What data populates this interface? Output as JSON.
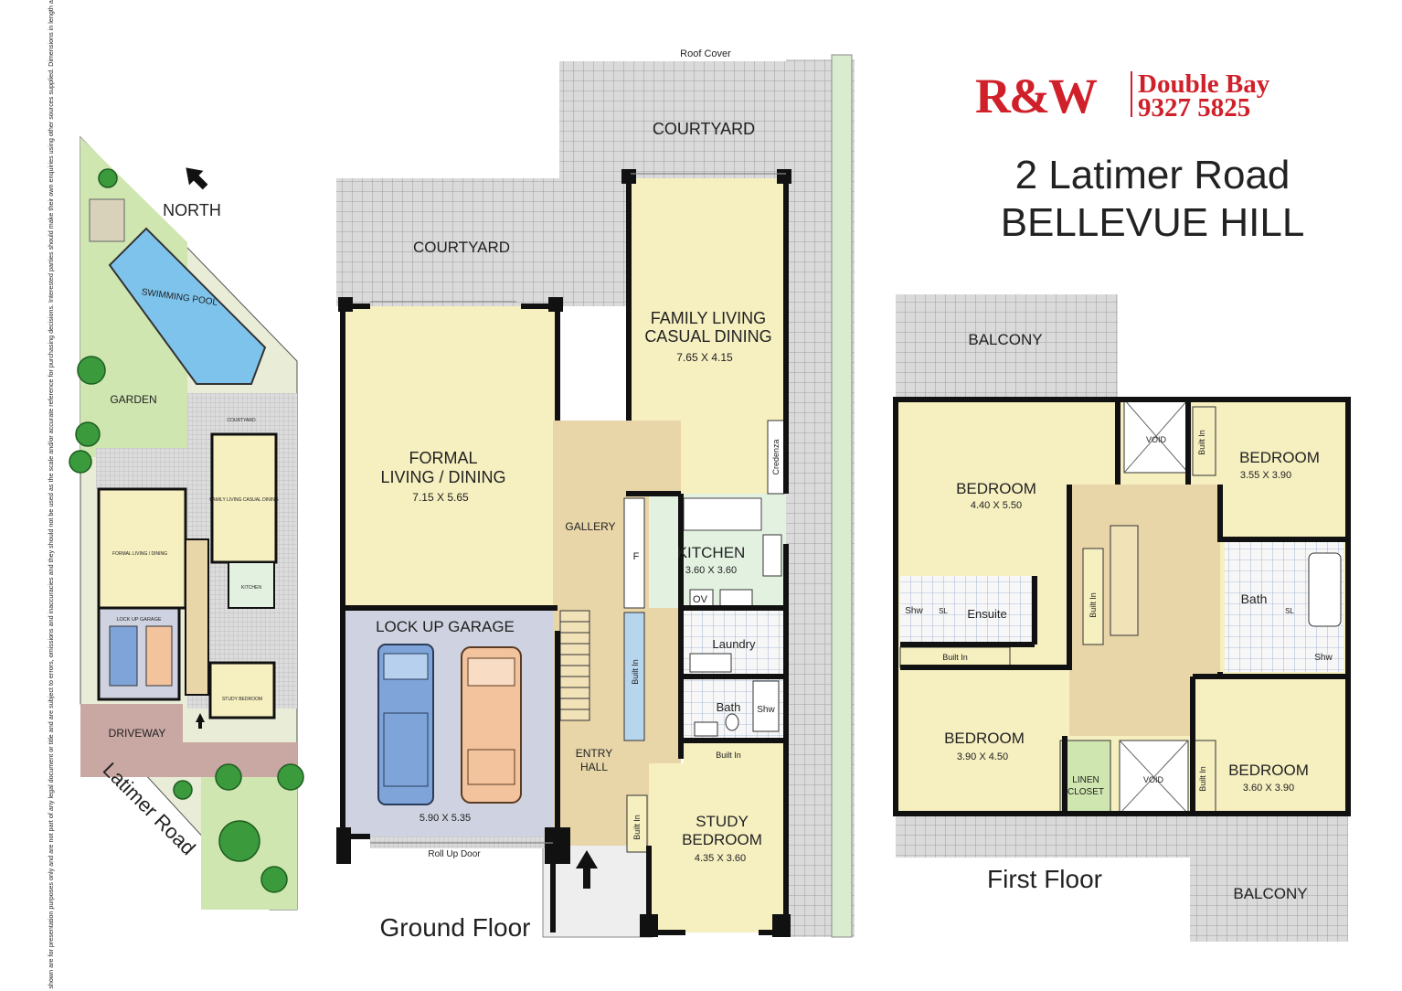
{
  "brand": {
    "logo": "R&W",
    "office": "Double Bay",
    "phone": "9327 5825",
    "color": "#d0202a"
  },
  "address": {
    "street": "2  Latimer Road",
    "suburb": "BELLEVUE HILL"
  },
  "disclaimer": "Plans shown are for presentation purposes only and are not part of any legal document or title and are subject to errors, omissions and inaccuracies and they should not be used as the scale and/or accurate reference for purchasing decisions. Interested parties should make their own enquiries using other sources supplied. Dimensions in length and width are approximate. Illustration by Floor Plan",
  "site": {
    "north": "NORTH",
    "pool": "SWIMMING POOL",
    "garden": "GARDEN",
    "courtyard": "COURTYARD",
    "family": "FAMILY LIVING CASUAL DINING",
    "formal": "FORMAL LIVING / DINING",
    "garage": "LOCK UP GARAGE",
    "kitchen": "KITCHEN",
    "study": "STUDY BEDROOM",
    "driveway": "DRIVEWAY",
    "street": "Latimer Road"
  },
  "ground": {
    "caption": "Ground Floor",
    "roof_cover": "Roof Cover",
    "courtyard_top": "COURTYARD",
    "courtyard_left": "COURTYARD",
    "family_1": "FAMILY LIVING",
    "family_2": "CASUAL DINING",
    "family_dim": "7.65 X 4.15",
    "formal_1": "FORMAL",
    "formal_2": "LIVING / DINING",
    "formal_dim": "7.15 X 5.65",
    "credenza": "Credenza",
    "gallery": "GALLERY",
    "kitchen": "KITCHEN",
    "kitchen_dim": "3.60 X 3.60",
    "fridge": "F",
    "oven": "OV",
    "garage": "LOCK UP GARAGE",
    "garage_dim": "5.90 X 5.35",
    "roll_up": "Roll Up Door",
    "built_in_1": "Built In",
    "built_in_2": "Built In",
    "built_in_3": "Built In",
    "laundry": "Laundry",
    "bath": "Bath",
    "shower": "Shw",
    "entry_1": "ENTRY",
    "entry_2": "HALL",
    "study_1": "STUDY",
    "study_2": "BEDROOM",
    "study_dim": "4.35 X 3.60"
  },
  "first": {
    "caption": "First Floor",
    "balcony_top": "BALCONY",
    "balcony_bottom": "BALCONY",
    "bed1": "BEDROOM",
    "bed1_dim": "4.40 X 5.50",
    "bed2": "BEDROOM",
    "bed2_dim": "3.55 X 3.90",
    "bed3": "BEDROOM",
    "bed3_dim": "3.90 X 4.50",
    "bed4": "BEDROOM",
    "bed4_dim": "3.60 X 3.90",
    "ensuite": "Ensuite",
    "ensuite_shw": "Shw",
    "ensuite_sl": "SL",
    "bath": "Bath",
    "bath_sl": "SL",
    "bath_shw": "Shw",
    "void_1": "VOID",
    "void_2": "VOID",
    "linen_1": "LINEN",
    "linen_2": "CLOSET",
    "built_in_1": "Built In",
    "built_in_2": "Built In",
    "built_in_3": "Built In",
    "built_in_4": "Built In"
  },
  "colors": {
    "room": "#f6efc0",
    "hall": "#e8d6a8",
    "kitchen": "#e3f1e1",
    "garage": "#cfd2e0",
    "paving": "#d8d8d8",
    "grass": "#cfe6b0",
    "pool": "#7ec3ec",
    "wall": "#111111"
  }
}
